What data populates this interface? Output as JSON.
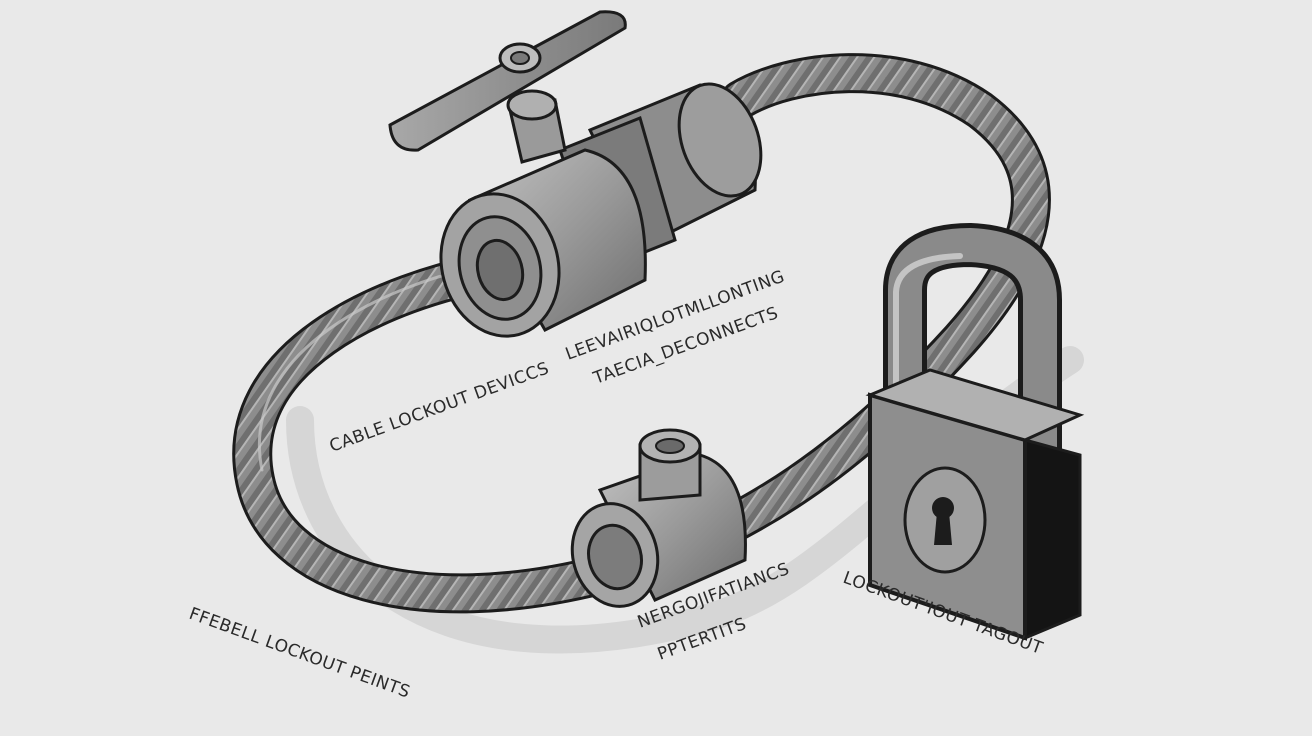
{
  "labels": {
    "cable_lockout_devices": "CABLE LOCKOUT DEVICCS",
    "valve_line_1": "LEEVAIRIQLOTMLLONTING",
    "valve_line_2": "TAECIA_DECONNECTS",
    "ffebell": "FFEBELL LOCKOUT PEINTS",
    "nerd_line_1": "NERGOJIFATIANCS",
    "nerd_line_2": "PPTERTITS",
    "lockout_tagout": "LOCKOUT'IOUT TAGOUT"
  },
  "colors": {
    "background": "#e9e9e9",
    "metal_light": "#a6a6a6",
    "metal_mid": "#8a8a8a",
    "metal_dark": "#5e5e5e",
    "outline": "#1c1c1c"
  },
  "icons": {
    "valve": "ball-valve-icon",
    "padlock": "padlock-icon",
    "cable": "braided-cable-icon",
    "fitting": "cable-fitting-icon"
  }
}
